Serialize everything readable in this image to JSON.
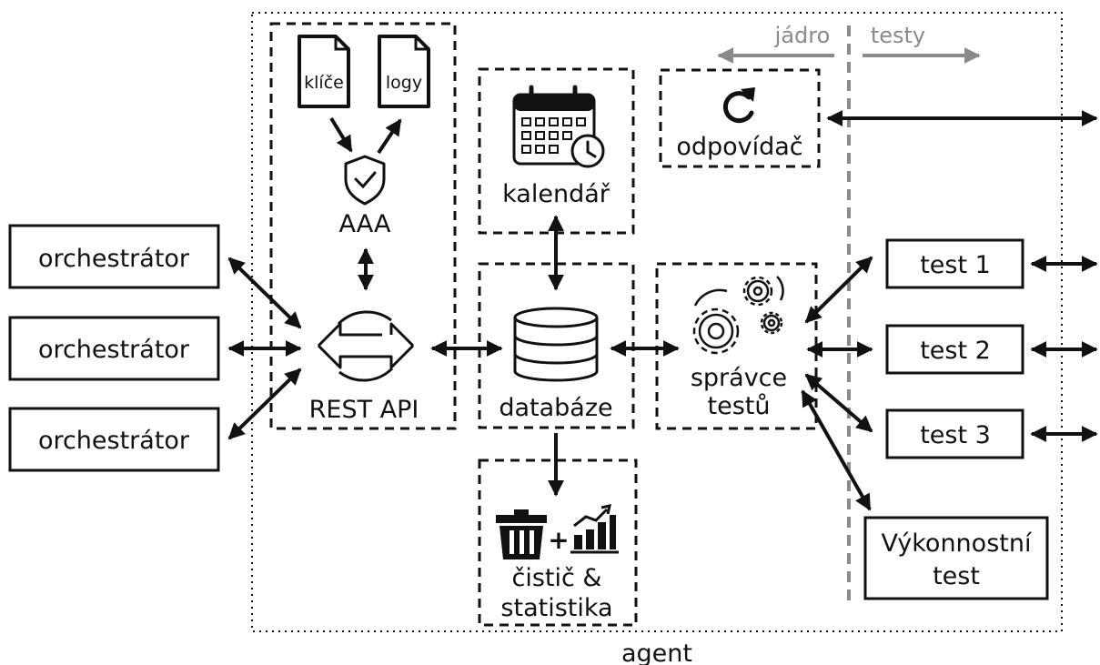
{
  "agent_label": "agent",
  "divider": {
    "left": "jádro",
    "right": "testy"
  },
  "orchestrators": [
    "orchestrátor",
    "orchestrátor",
    "orchestrátor"
  ],
  "aaa": {
    "file_keys": "klíče",
    "file_logs": "logy",
    "label": "AAA",
    "icon": "shield-check-icon"
  },
  "rest_api": {
    "label": "REST API",
    "icon": "exchange-arrows-icon"
  },
  "calendar": {
    "label": "kalendář",
    "icon": "calendar-clock-icon"
  },
  "responder": {
    "label": "odpovídač",
    "icon": "refresh-icon"
  },
  "database": {
    "label": "databáze",
    "icon": "database-icon"
  },
  "manager": {
    "line1": "správce",
    "line2": "testů",
    "icon": "gears-icon"
  },
  "cleaner": {
    "line1": "čistič &",
    "line2": "statistika",
    "icons": [
      "trash-icon",
      "chart-up-icon"
    ],
    "plus": "+"
  },
  "tests": [
    "test 1",
    "test 2",
    "test 3"
  ],
  "perf_test": {
    "line1": "Výkonnostní",
    "line2": "test"
  }
}
